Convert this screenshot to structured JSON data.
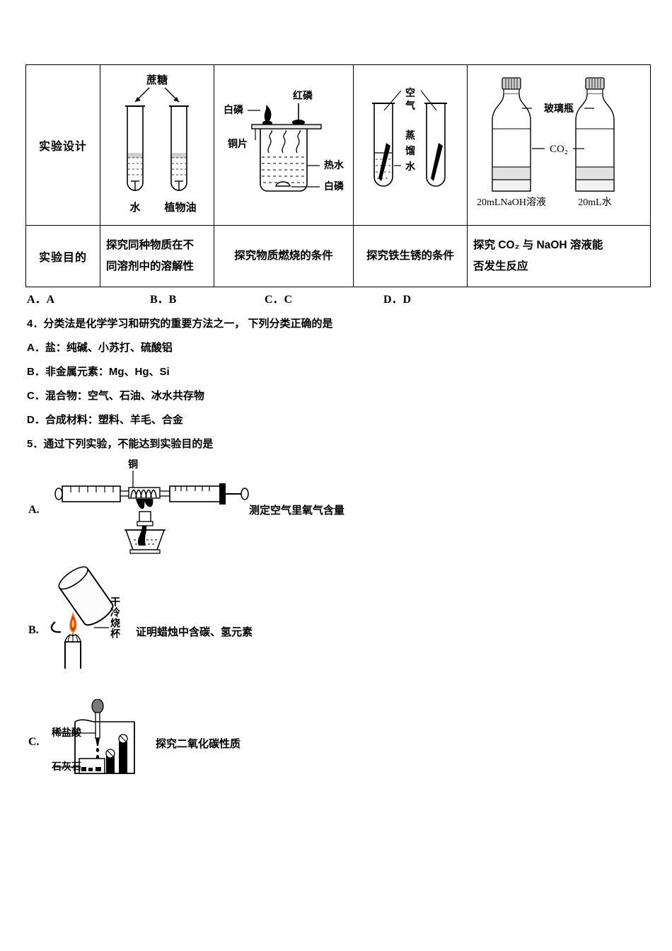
{
  "table": {
    "rows": [
      {
        "label": "实验设计",
        "cells": [
          {
            "figure": "sucrose-two-test-tubes",
            "labels": {
              "top": "蔗糖",
              "left_bottom": "水",
              "right_bottom": "植物油"
            }
          },
          {
            "figure": "phosphorus-combustion-conditions",
            "labels": {
              "red_phosphorus": "红磷",
              "white_phosphorus_top": "白磷",
              "copper_sheet": "铜片",
              "hot_water": "热水",
              "white_phosphorus_bottom": "白磷"
            }
          },
          {
            "figure": "iron-rusting-test-tubes",
            "labels": {
              "air": "空气",
              "distilled_water": "蒸馏水"
            }
          },
          {
            "figure": "co2-naoh-bottles",
            "labels": {
              "glass_bottle": "玻璃瓶",
              "gas": "CO₂",
              "left_bottom": "20mLNaOH溶液",
              "right_bottom": "20mL水"
            }
          }
        ]
      },
      {
        "label": "实验目的",
        "cells": [
          {
            "text_line1": "探究同种物质在不",
            "text_line2": "同溶剂中的溶解性"
          },
          {
            "text_line1": "探究物质燃烧的条件",
            "text_line2": ""
          },
          {
            "text_line1": "探究铁生锈的条件",
            "text_line2": ""
          },
          {
            "text_line1_html": "探究 CO₂ 与 NaOH 溶液能",
            "text_line2": "否发生反应"
          }
        ]
      }
    ]
  },
  "choices_row": {
    "a": "A．A",
    "b": "B．B",
    "c": "C．C",
    "d": "D．D"
  },
  "question4": {
    "stem": "4．分类法是化学学习和研究的重要方法之一， 下列分类正确的是",
    "options": [
      "A．盐：纯碱、小苏打、硫酸铝",
      "B．非金属元素：Mg、Hg、Si",
      "C．混合物：空气、石油、冰水共存物",
      "D．合成材料：塑料、羊毛、合金"
    ]
  },
  "question5": {
    "stem": "5．通过下列实验，不能达到实验目的是",
    "options": [
      {
        "letter": "A.",
        "caption": "测定空气里氧气含量",
        "figure": "twin-syringe-copper-heating",
        "figure_labels": {
          "copper": "铜"
        }
      },
      {
        "letter": "B.",
        "caption": "证明蜡烛中含碳、氢元素",
        "figure": "candle-dry-cold-beaker",
        "figure_labels": {
          "beaker": "干冷烧杯"
        }
      },
      {
        "letter": "C.",
        "caption": "探究二氧化碳性质",
        "figure": "limestone-hcl-beaker-candles",
        "figure_labels": {
          "dilute_hcl": "稀盐酸",
          "limestone": "石灰石"
        }
      }
    ]
  },
  "colors": {
    "ink": "#000000",
    "paper": "#ffffff",
    "flame_outer": "#f07a20",
    "flame_inner": "#e02a12",
    "flame_core": "#ffd34d",
    "shade": "#d9d9d9",
    "light_shade": "#efefef"
  }
}
